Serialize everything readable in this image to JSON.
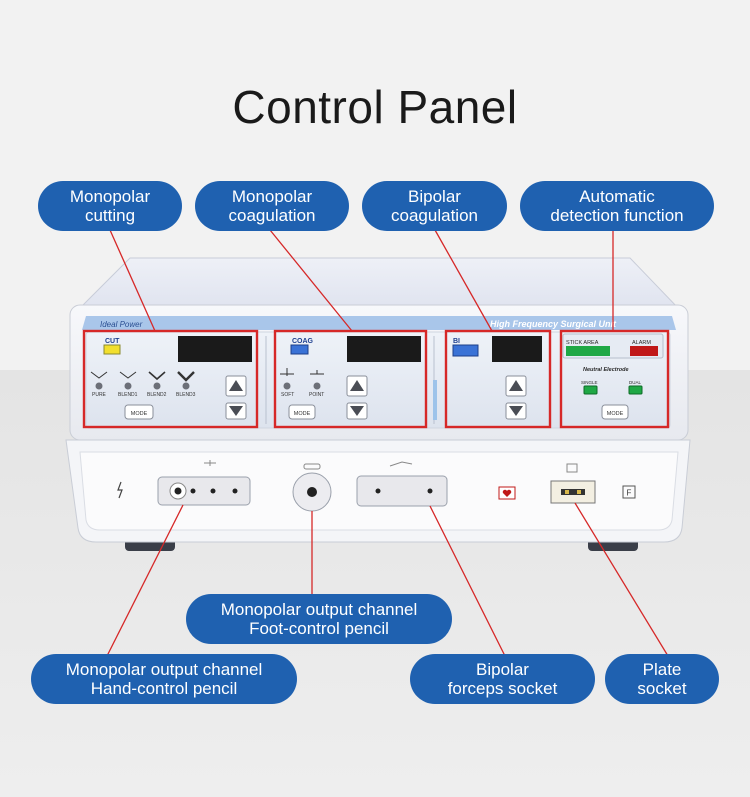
{
  "title": "Control Panel",
  "callouts_top": [
    {
      "line1": "Monopolar",
      "line2": "cutting"
    },
    {
      "line1": "Monopolar",
      "line2": "coagulation"
    },
    {
      "line1": "Bipolar",
      "line2": "coagulation"
    },
    {
      "line1": "Automatic",
      "line2": "detection function"
    }
  ],
  "callouts_bottom": [
    {
      "line1": "Monopolar output channel",
      "line2": "Foot-control pencil"
    },
    {
      "line1": "Monopolar output channel",
      "line2": "Hand-control pencil"
    },
    {
      "line1": "Bipolar",
      "line2": "forceps socket"
    },
    {
      "line1": "Plate",
      "line2": "socket"
    }
  ],
  "device": {
    "brand": "Ideal Power",
    "unit_name": "High Frequency Surgical Unit",
    "cut": {
      "label": "CUT",
      "modes": [
        "PURE",
        "BLEND1",
        "BLEND2",
        "BLEND3"
      ],
      "mode_button": "MODE"
    },
    "coag": {
      "label": "COAG",
      "modes": [
        "SOFT",
        "POINT"
      ],
      "mode_button": "MODE"
    },
    "bi": {
      "label": "BI"
    },
    "alarm": {
      "stick_area": "STICK  AREA",
      "alarm": "ALARM",
      "neutral": "Neutral Electrode",
      "single": "SINGLE",
      "dual": "DUAL",
      "mode_button": "MODE"
    },
    "f_label": "F"
  },
  "colors": {
    "callout": "#1f61b0",
    "highlight": "#d62828",
    "display": "#1a1a1a",
    "cut_key": "#f2df2e",
    "coag_key": "#3a72d6",
    "alarm_key": "#c01818",
    "green_key": "#1fa845"
  }
}
